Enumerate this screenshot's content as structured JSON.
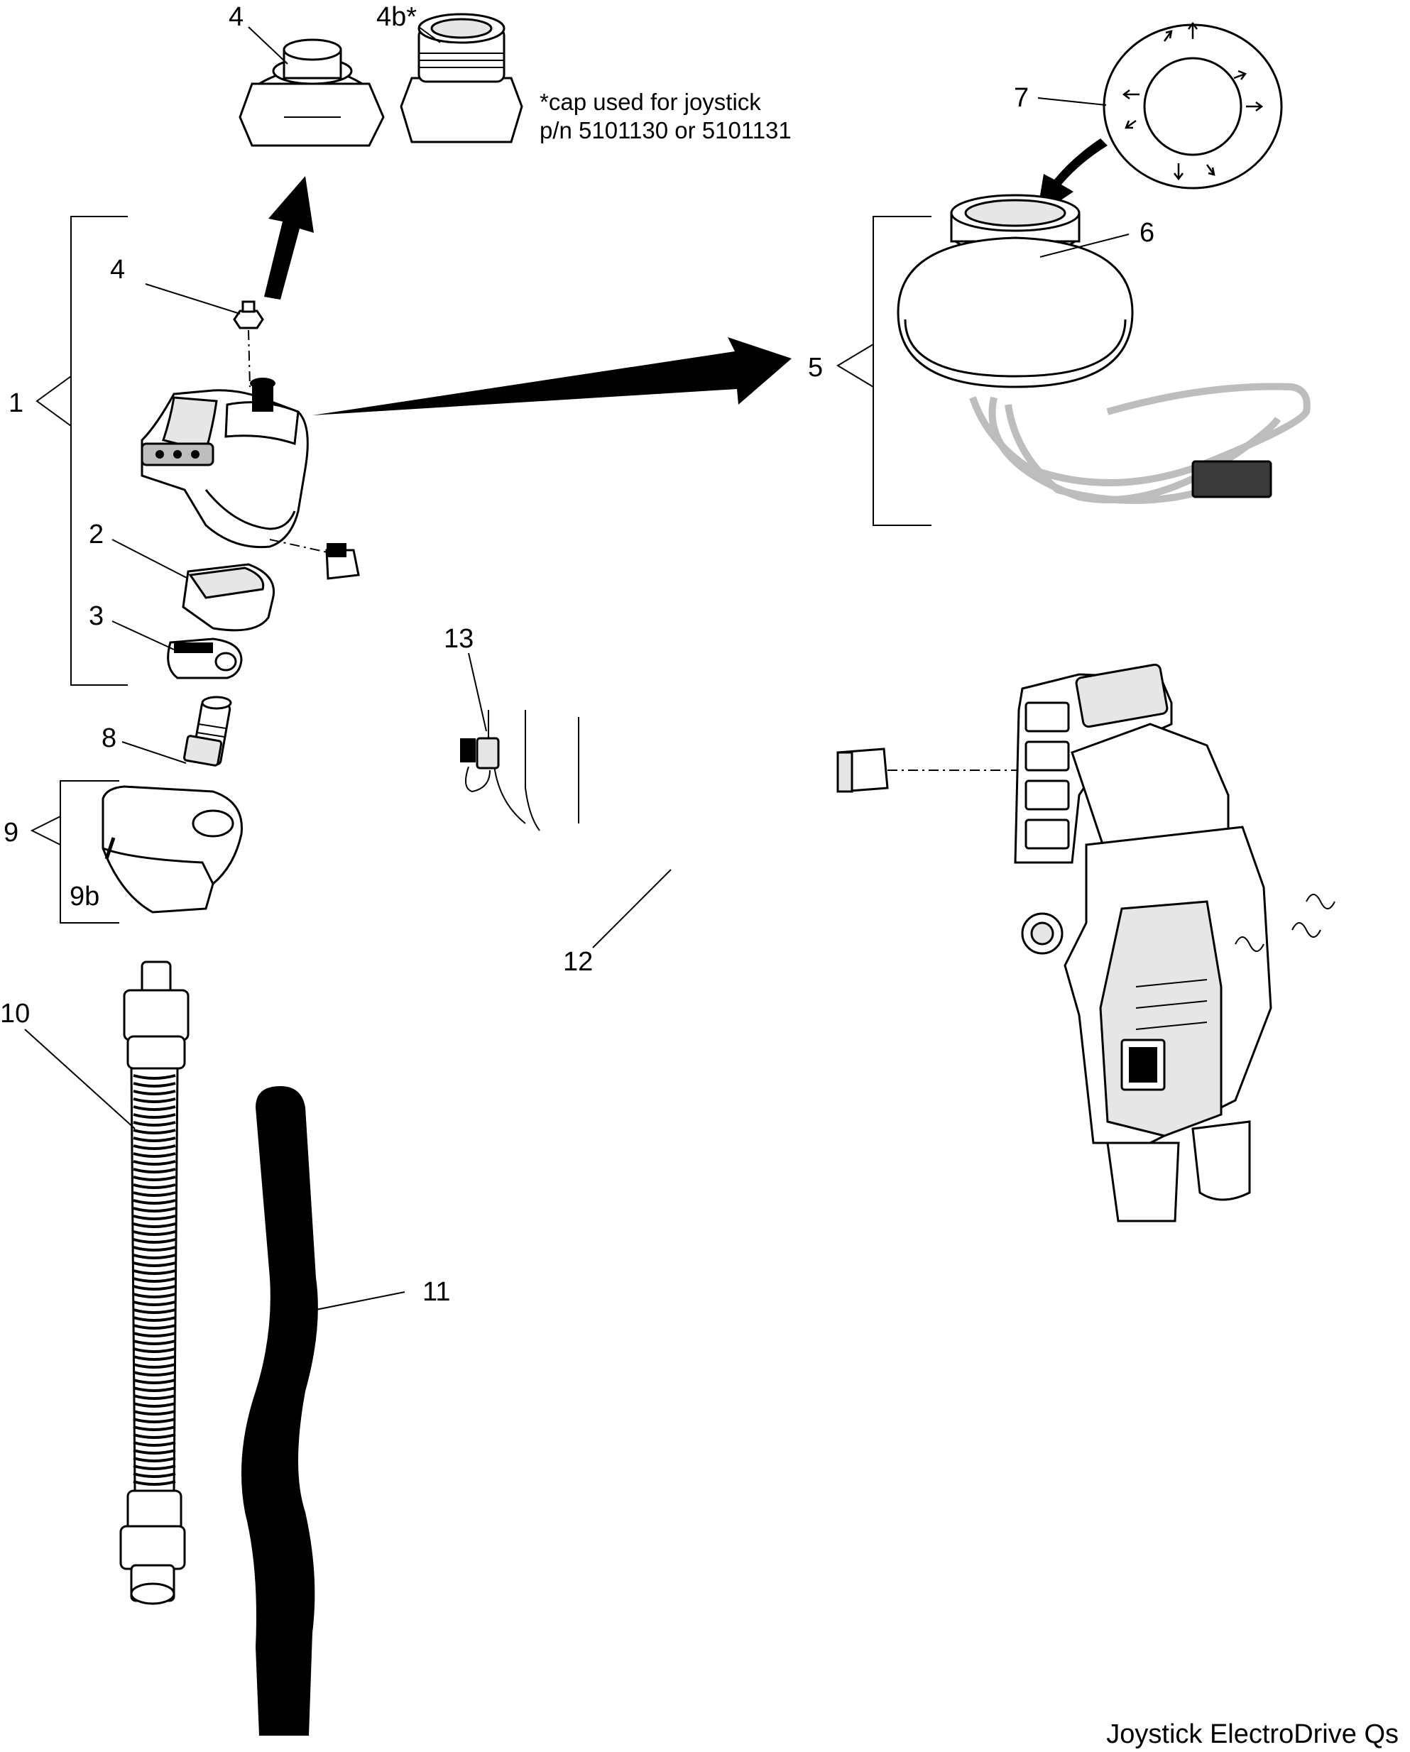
{
  "title": "Joystick ElectroDrive Qs",
  "note": {
    "line1": "*cap used for joystick",
    "line2": "p/n 5101130 or 5101131"
  },
  "callouts": {
    "c1": "1",
    "c2": "2",
    "c3": "3",
    "c4_top": "4",
    "c4_mid": "4",
    "c4b": "4b*",
    "c5": "5",
    "c6": "6",
    "c7": "7",
    "c8": "8",
    "c9": "9",
    "c9b": "9b",
    "c10": "10",
    "c11": "11",
    "c12": "12",
    "c13": "13"
  },
  "icons": {
    "arrow": "arrow-icon",
    "direction_arrows": "direction-arrow-icons"
  }
}
